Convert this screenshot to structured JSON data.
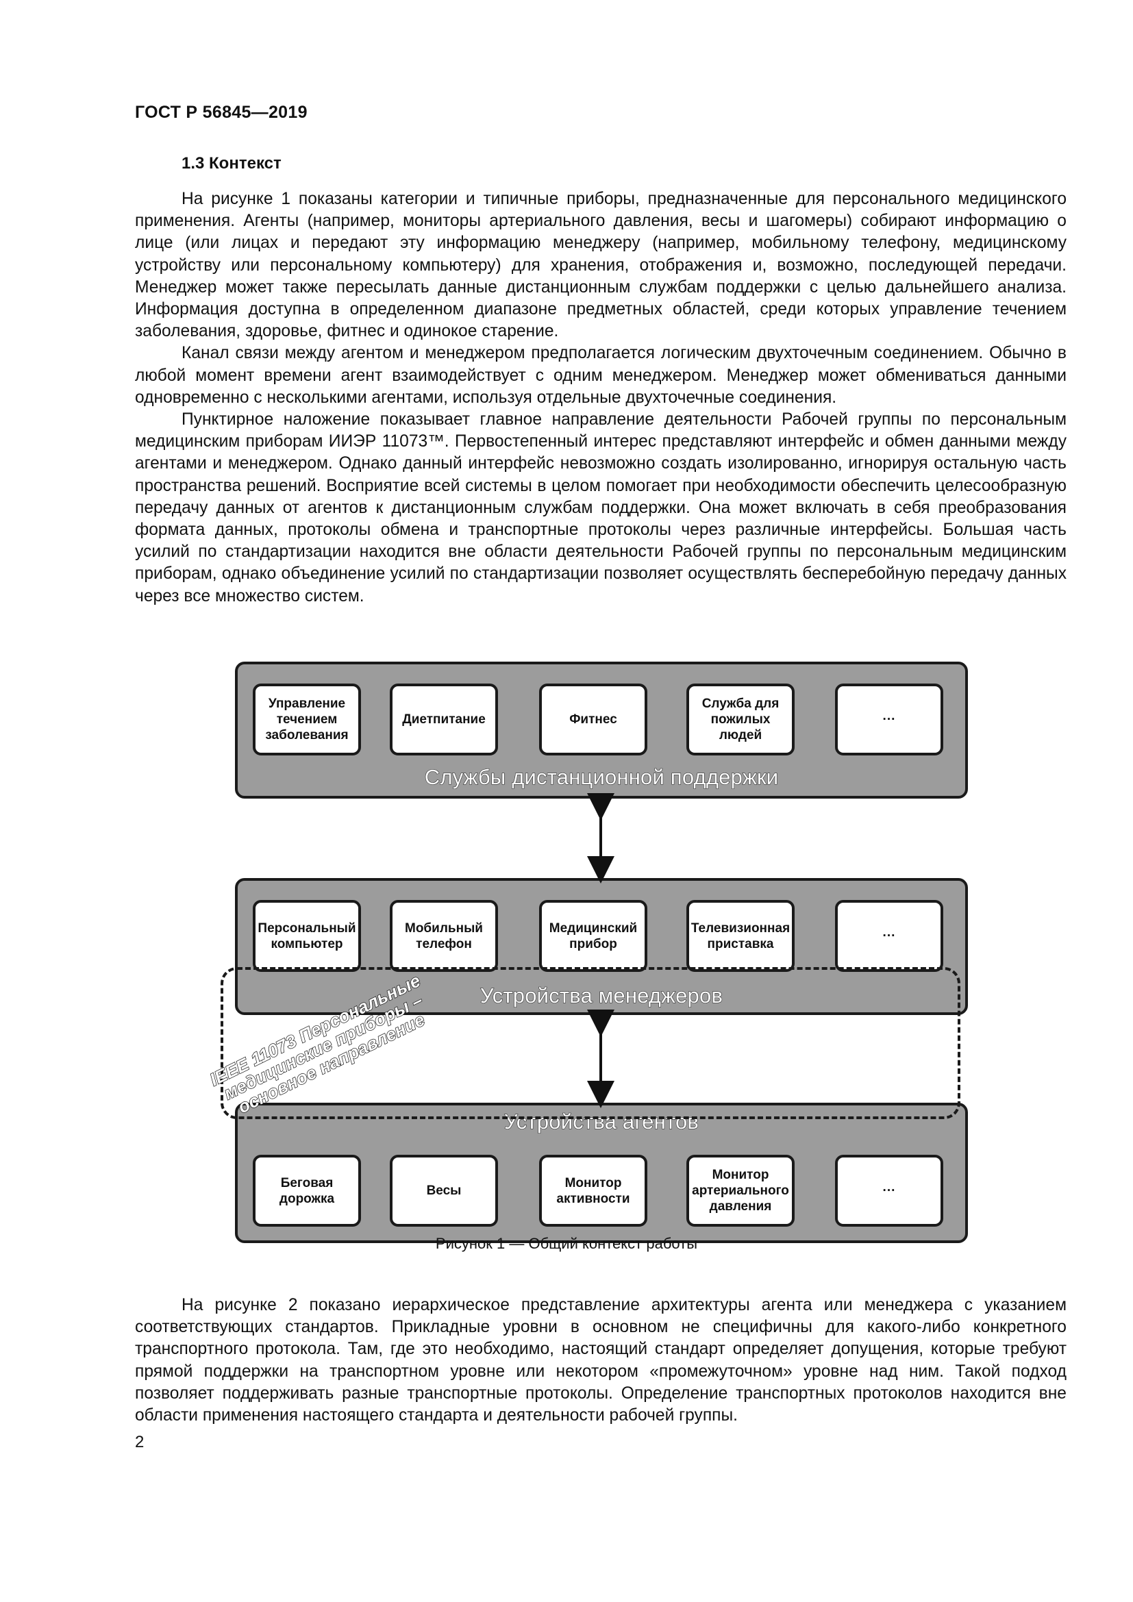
{
  "header": {
    "doc_code": "ГОСТ Р 56845—2019"
  },
  "section": {
    "title": "1.3 Контекст"
  },
  "paragraphs_top": [
    "На рисунке 1 показаны категории и типичные приборы, предназначенные для персонального медицинского применения. Агенты (например, мониторы артериального давления, весы и шагомеры) собирают информацию о лице (или лицах и передают эту информацию менеджеру (например, мобильному телефону, медицинскому устройству или персональному компьютеру) для хранения, отображения и, возможно, последующей передачи. Менеджер может также пересылать данные дистанционным службам поддержки с целью дальнейшего анализа. Информация доступна в определенном диапазоне предметных областей, среди которых управление течением заболевания, здоровье, фитнес и одинокое старение.",
    "Канал связи между агентом и менеджером предполагается логическим двухточечным соединением. Обычно в любой момент времени агент взаимодействует с одним менеджером. Менеджер может обмениваться данными одновременно с несколькими агентами, используя отдельные двухточечные соединения.",
    "Пунктирное наложение показывает главное направление деятельности Рабочей группы по персональным медицинским приборам ИИЭР 11073™. Первостепенный интерес представляют интерфейс и обмен данными между агентами и менеджером. Однако данный интерфейс невозможно создать изолированно, игнорируя остальную часть пространства решений. Восприятие всей системы в целом помогает при необходимости обеспечить целесообразную передачу данных от агентов к дистанционным службам поддержки. Она может включать в себя преобразования формата данных, протоколы обмена и транспортные протоколы через различные интерфейсы. Большая часть усилий по стандартизации находится вне области деятельности Рабочей группы по персональным медицинским приборам, однако объединение усилий по стандартизации позволяет осуществлять бесперебойную передачу данных через все множество систем."
  ],
  "figure": {
    "services_panel": {
      "label": "Службы дистанционной поддержки",
      "tiles": [
        "Управление течением заболевания",
        "Диетпитание",
        "Фитнес",
        "Служба для пожилых людей",
        "···"
      ]
    },
    "managers_panel": {
      "label": "Устройства менеджеров",
      "tiles": [
        "Персональный компьютер",
        "Мобильный телефон",
        "Медицинский прибор",
        "Телевизионная приставка",
        "···"
      ]
    },
    "agents_panel": {
      "label": "Устройства агентов",
      "tiles": [
        "Беговая дорожка",
        "Весы",
        "Монитор активности",
        "Монитор артериального давления",
        "···"
      ]
    },
    "focus_note": "IEEE 11073 Персональные медицинские приборы – основное направление",
    "caption": "Рисунок 1 — Общий контекст работы"
  },
  "paragraphs_bottom": [
    "На рисунке 2 показано иерархическое представление архитектуры агента или менеджера с указанием соответствующих стандартов. Прикладные уровни в основном не специфичны для какого-либо конкретного транспортного протокола. Там, где это необходимо, настоящий стандарт определяет допущения, которые требуют прямой поддержки на транспортном уровне или некотором «промежуточном» уровне над ним. Такой подход позволяет поддерживать разные транспортные протоколы. Определение транспортных протоколов находится вне области применения настоящего стандарта и деятельности рабочей группы."
  ],
  "footer": {
    "page_number": "2"
  }
}
